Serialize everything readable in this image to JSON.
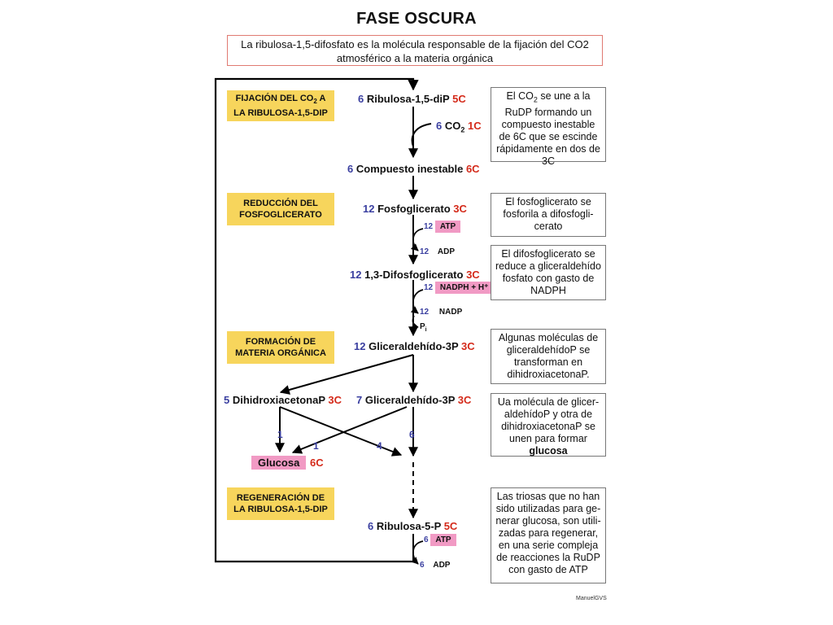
{
  "title": "FASE OSCURA",
  "intro": "La ribulosa-1,5-difosfato es la molécula responsable de la fijación del CO2 atmosférico a la materia orgánica",
  "stages": {
    "fijacion": {
      "l1a": "FIJACIÓN DEL CO",
      "l1sub": "2",
      "l1b": " A",
      "l2": "LA RIBULOSA-1,5-DIP"
    },
    "reduccion": {
      "l1": "REDUCCIÓN DEL",
      "l2": "FOSFOGLICERATO"
    },
    "formacion": {
      "l1": "FORMACIÓN DE",
      "l2": "MATERIA ORGÁNICA"
    },
    "regeneracion": {
      "l1": "REGENERACIÓN DE",
      "l2": "LA RIBULOSA-1,5-DIP"
    }
  },
  "molecules": {
    "ribulosa_dip": {
      "num": "6",
      "name": "Ribulosa-1,5-diP",
      "carbons": "5C"
    },
    "co2": {
      "num": "6",
      "name": "CO",
      "sub": "2",
      "carbons": "1C"
    },
    "compuesto": {
      "num": "6",
      "name": "Compuesto inestable",
      "carbons": "6C"
    },
    "fosfoglicerato": {
      "num": "12",
      "name": "Fosfoglicerato",
      "carbons": "3C"
    },
    "difosfoglicerato": {
      "num": "12",
      "name": "1,3-Difosfoglicerato",
      "carbons": "3C"
    },
    "gliceraldehido": {
      "num": "12",
      "name": "Gliceraldehído-3P",
      "carbons": "3C"
    },
    "dihidroxiacetona": {
      "num": "5",
      "name": "DihidroxiacetonaP",
      "carbons": "3C"
    },
    "gliceraldehido7": {
      "num": "7",
      "name": "Gliceraldehído-3P",
      "carbons": "3C"
    },
    "glucosa": {
      "name": "Glucosa",
      "carbons": "6C"
    },
    "ribulosa5p": {
      "num": "6",
      "name": "Ribulosa-5-P",
      "carbons": "5C"
    }
  },
  "cofactors": {
    "atp1": {
      "num": "12",
      "label": "ATP"
    },
    "adp1": {
      "num": "12",
      "label": "ADP"
    },
    "nadph": {
      "num": "12",
      "label": "NADPH + H⁺"
    },
    "nadp": {
      "num": "12",
      "label": "NADP"
    },
    "pi": {
      "label": "P",
      "sub": "i"
    },
    "atp2": {
      "num": "6",
      "label": "ATP"
    },
    "adp2": {
      "num": "6",
      "label": "ADP"
    }
  },
  "split_numbers": {
    "a": "1",
    "b": "1",
    "c": "4",
    "d": "6"
  },
  "notes": {
    "n1": {
      "a": "El CO",
      "sub": "2",
      "b": " se une a la RuDP formando un compuesto inestable de 6C que se escinde rápidamente en dos de 3C"
    },
    "n2": "El fosfoglicerato se fosforila a difosfogli-cerato",
    "n3": "El difosfoglicerato se reduce a gliceraldehído fosfato con gasto de NADPH",
    "n4": "Algunas moléculas de gliceraldehídoP se transforman en dihidroxiacetonaP.",
    "n5": {
      "a": "Ua molécula de glicer-aldehídoP y otra de dihidroxiacetonaP se unen para formar",
      "b": "glucosa"
    },
    "n6": "Las triosas que no han sido utilizadas para ge-nerar glucosa, son utili-zadas para regenerar, en una serie compleja de reacciones la RuDP con gasto de ATP"
  },
  "credit": "ManuelGVS"
}
